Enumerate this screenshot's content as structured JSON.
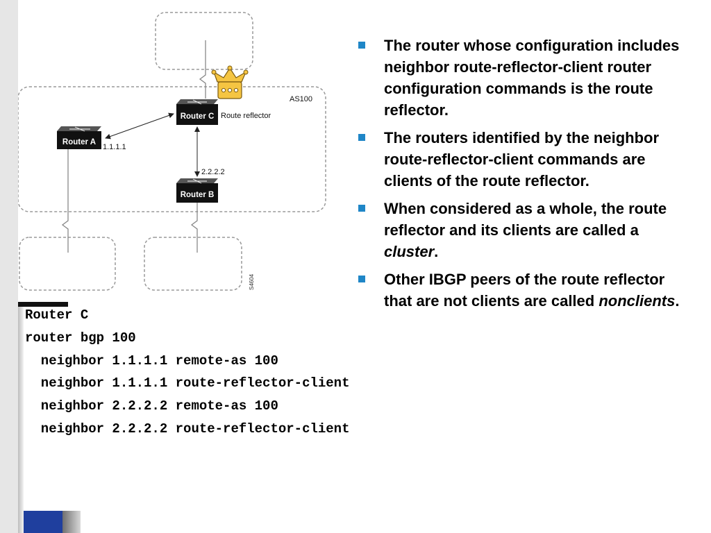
{
  "diagram": {
    "as_label": "AS100",
    "router_a": "Router A",
    "router_b": "Router B",
    "router_c": "Router C",
    "route_reflector_label": "Route reflector",
    "ip_a": "1.1.1.1",
    "ip_b": "2.2.2.2",
    "figure_id": "S4604"
  },
  "bullets": [
    {
      "text": "The router whose configuration includes neighbor route-reflector-client router configuration commands is the route reflector."
    },
    {
      "text": "The routers identified by the neighbor route-reflector-client commands are clients of the route reflector."
    },
    {
      "before": "When considered as a whole, the route reflector and its clients are called a ",
      "em": "cluster",
      "after": "."
    },
    {
      "before": "Other IBGP peers of the route reflector that are not clients are called ",
      "em": "nonclients",
      "after": "."
    }
  ],
  "code": {
    "lines": [
      "Router C",
      "router bgp 100",
      "  neighbor 1.1.1.1 remote-as 100",
      "  neighbor 1.1.1.1 route-reflector-client",
      "  neighbor 2.2.2.2 remote-as 100",
      "  neighbor 2.2.2.2 route-reflector-client"
    ]
  },
  "colors": {
    "accent_blue": "#1f3f9e",
    "bullet_blue": "#1f86c7",
    "crown_gold": "#f5c542"
  }
}
